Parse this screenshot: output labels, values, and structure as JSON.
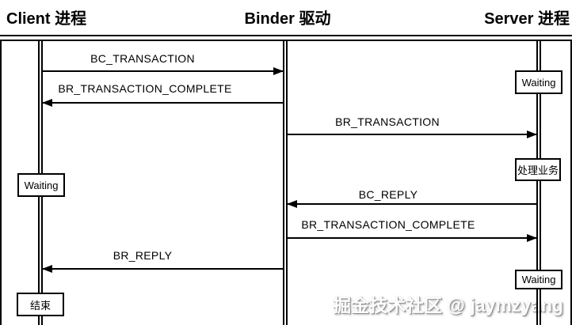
{
  "diagram": {
    "title_type": "binder-ipc-sequence",
    "participants": [
      {
        "id": "client",
        "label": "Client 进程"
      },
      {
        "id": "binder",
        "label": "Binder 驱动"
      },
      {
        "id": "server",
        "label": "Server 进程"
      }
    ],
    "messages": [
      {
        "label": "BC_TRANSACTION",
        "from": "client",
        "to": "binder"
      },
      {
        "label": "BR_TRANSACTION_COMPLETE",
        "from": "binder",
        "to": "client"
      },
      {
        "label": "BR_TRANSACTION",
        "from": "binder",
        "to": "server"
      },
      {
        "label": "BC_REPLY",
        "from": "server",
        "to": "binder"
      },
      {
        "label": "BR_TRANSACTION_COMPLETE",
        "from": "binder",
        "to": "server"
      },
      {
        "label": "BR_REPLY",
        "from": "binder",
        "to": "client"
      }
    ],
    "states": [
      {
        "label": "Waiting",
        "lifeline": "server"
      },
      {
        "label": "Waiting",
        "lifeline": "client"
      },
      {
        "label": "处理业务",
        "lifeline": "server"
      },
      {
        "label": "Waiting",
        "lifeline": "server"
      },
      {
        "label": "结束",
        "lifeline": "client"
      }
    ],
    "watermark": "掘金技术社区 @ jaymzyang",
    "colors": {
      "line": "#000000",
      "background": "#ffffff",
      "watermark": "#9a9a9a"
    }
  }
}
